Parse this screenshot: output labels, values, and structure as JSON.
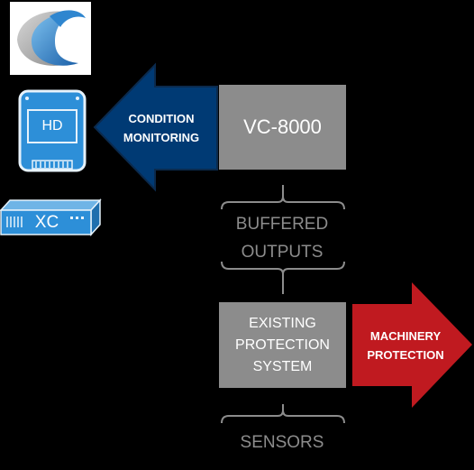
{
  "colors": {
    "background": "#000000",
    "box_gray": "#8c8c8c",
    "condition_arrow": "#003a74",
    "protection_arrow": "#c01a20",
    "device_blue": "#2d8fd8",
    "bracket_gray": "#8c8c8c"
  },
  "icons": {
    "logo": "bently-nevada-logo",
    "hd_device": "hd-device-icon",
    "xc_device": "xc-device-icon"
  },
  "devices": {
    "hd_label": "HD",
    "xc_label": "XC"
  },
  "boxes": {
    "vc": "VC-8000",
    "existing_protection": [
      "EXISTING",
      "PROTECTION",
      "SYSTEM"
    ]
  },
  "arrows": {
    "condition_monitoring": [
      "CONDITION",
      "MONITORING"
    ],
    "machinery_protection": [
      "MACHINERY",
      "PROTECTION"
    ]
  },
  "brackets": {
    "buffered_outputs": [
      "BUFFERED",
      "OUTPUTS"
    ],
    "sensors": [
      "SENSORS"
    ]
  }
}
